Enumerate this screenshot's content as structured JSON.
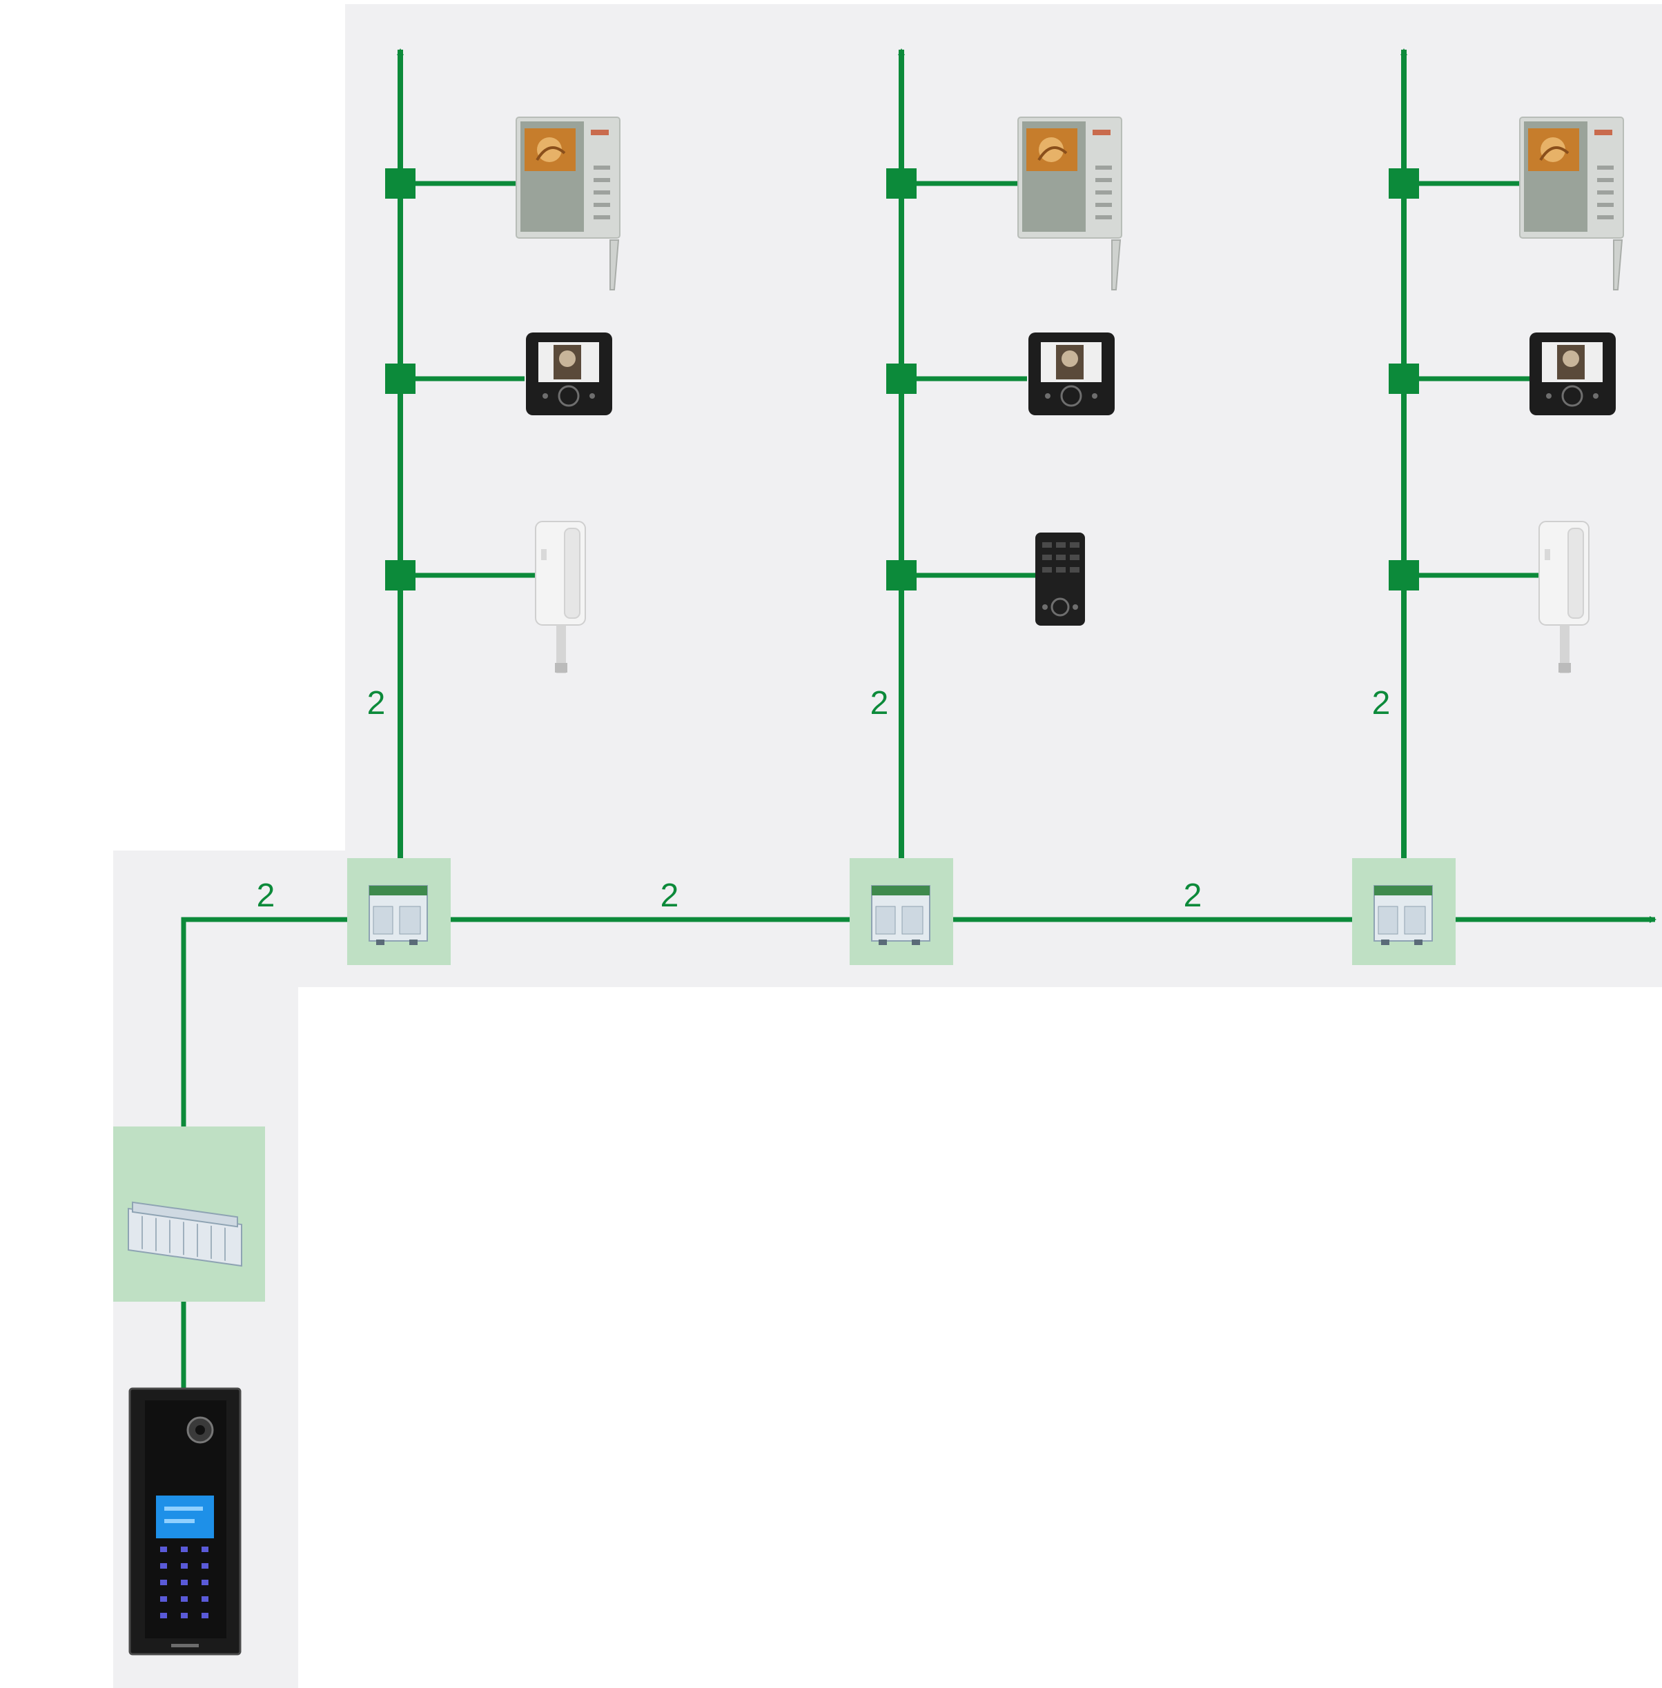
{
  "colors": {
    "wire": "#0c8a3a",
    "panel_bg": "#f0f0f2",
    "module_bg": "#bfe0c4",
    "page_bg": "#ffffff"
  },
  "wire_labels": {
    "riser_1": "2",
    "riser_2": "2",
    "riser_3": "2",
    "bus_entry": "2",
    "bus_1_2": "2",
    "bus_2_3": "2"
  },
  "risers": [
    {
      "name": "riser-1",
      "devices": [
        "color-video-monitor",
        "compact-video-monitor",
        "audio-handset"
      ]
    },
    {
      "name": "riser-2",
      "devices": [
        "color-video-monitor",
        "compact-video-monitor",
        "handsfree-audio-unit"
      ]
    },
    {
      "name": "riser-3",
      "devices": [
        "color-video-monitor",
        "compact-video-monitor",
        "audio-handset"
      ]
    }
  ],
  "icons": {
    "power_supply": "power-supply-icon",
    "distributor": "distributor-icon",
    "entrance_panel": "entrance-panel-icon"
  }
}
